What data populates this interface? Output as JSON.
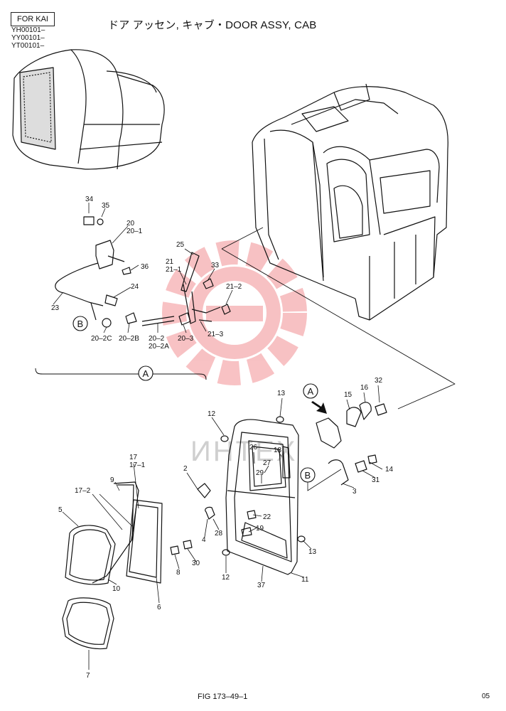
{
  "header": {
    "for_label": "FOR KAI",
    "serials": [
      "YH00101–",
      "YY00101–",
      "YT00101–"
    ],
    "title": "ドア アッセン, キャブ・DOOR ASSY, CAB"
  },
  "footer": {
    "fig": "FIG 173–49–1",
    "page": "05"
  },
  "watermark_text": "ИНТЕХ",
  "callouts": {
    "a_upper": "A",
    "b_upper": "B",
    "a_lower": "A",
    "b_lower": "B"
  },
  "labels": [
    {
      "id": "p34",
      "text": "34"
    },
    {
      "id": "p35",
      "text": "35"
    },
    {
      "id": "p20",
      "text": "20"
    },
    {
      "id": "p20_1",
      "text": "20–1"
    },
    {
      "id": "p36",
      "text": "36"
    },
    {
      "id": "p24",
      "text": "24"
    },
    {
      "id": "p23",
      "text": "23"
    },
    {
      "id": "p20_2c",
      "text": "20–2C"
    },
    {
      "id": "p20_2b",
      "text": "20–2B"
    },
    {
      "id": "p20_2",
      "text": "20–2"
    },
    {
      "id": "p20_2a",
      "text": "20–2A"
    },
    {
      "id": "p20_3",
      "text": "20–3"
    },
    {
      "id": "p21_3",
      "text": "21–3"
    },
    {
      "id": "p21_2",
      "text": "21–2"
    },
    {
      "id": "p25",
      "text": "25"
    },
    {
      "id": "p21",
      "text": "21"
    },
    {
      "id": "p21_1",
      "text": "21–1"
    },
    {
      "id": "p33",
      "text": "33"
    },
    {
      "id": "p13a",
      "text": "13"
    },
    {
      "id": "p15",
      "text": "15"
    },
    {
      "id": "p16",
      "text": "16"
    },
    {
      "id": "p32",
      "text": "32"
    },
    {
      "id": "p12a",
      "text": "12"
    },
    {
      "id": "p17",
      "text": "17"
    },
    {
      "id": "p17_1",
      "text": "17–1"
    },
    {
      "id": "p2",
      "text": "2"
    },
    {
      "id": "p26",
      "text": "26"
    },
    {
      "id": "p18",
      "text": "18"
    },
    {
      "id": "p27",
      "text": "27"
    },
    {
      "id": "p29",
      "text": "29"
    },
    {
      "id": "p14",
      "text": "14"
    },
    {
      "id": "p31",
      "text": "31"
    },
    {
      "id": "p3",
      "text": "3"
    },
    {
      "id": "p9",
      "text": "9"
    },
    {
      "id": "p17_2",
      "text": "17–2"
    },
    {
      "id": "p5",
      "text": "5"
    },
    {
      "id": "p22",
      "text": "22"
    },
    {
      "id": "p19",
      "text": "19"
    },
    {
      "id": "p28",
      "text": "28"
    },
    {
      "id": "p4",
      "text": "4"
    },
    {
      "id": "p13b",
      "text": "13"
    },
    {
      "id": "p8",
      "text": "8"
    },
    {
      "id": "p30",
      "text": "30"
    },
    {
      "id": "p10",
      "text": "10"
    },
    {
      "id": "p6",
      "text": "6"
    },
    {
      "id": "p12b",
      "text": "12"
    },
    {
      "id": "p37",
      "text": "37"
    },
    {
      "id": "p11",
      "text": "11"
    },
    {
      "id": "p7",
      "text": "7"
    }
  ]
}
